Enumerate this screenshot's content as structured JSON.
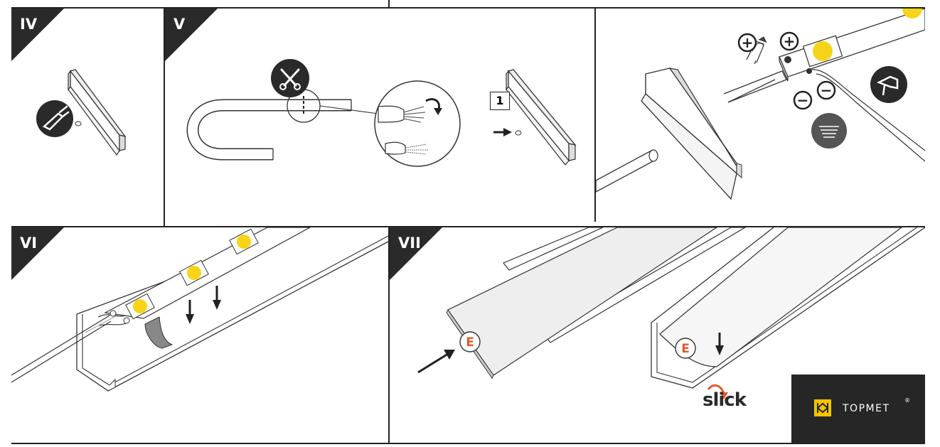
{
  "panels": {
    "iv": {
      "label": "IV"
    },
    "v": {
      "label": "V",
      "step_number": "1"
    },
    "vi": {
      "label": "VI"
    },
    "vii": {
      "label": "VII",
      "marker_1": "E",
      "marker_2": "E"
    }
  },
  "polarity": {
    "plus_1": "+",
    "plus_2": "+",
    "minus_1": "−",
    "minus_2": "−"
  },
  "brand": {
    "name": "TOPMET",
    "reg": "®",
    "product": "slick"
  },
  "colors": {
    "badge": "#2a2a2a",
    "led": "#f7d417",
    "accent": "#e35a2b",
    "brand_logo": "#f5c400"
  },
  "icons": [
    "drill-icon",
    "pliers-icon",
    "twist-arrow-icon",
    "solder-iron-icon",
    "hot-air-icon",
    "push-arrow-icon"
  ]
}
